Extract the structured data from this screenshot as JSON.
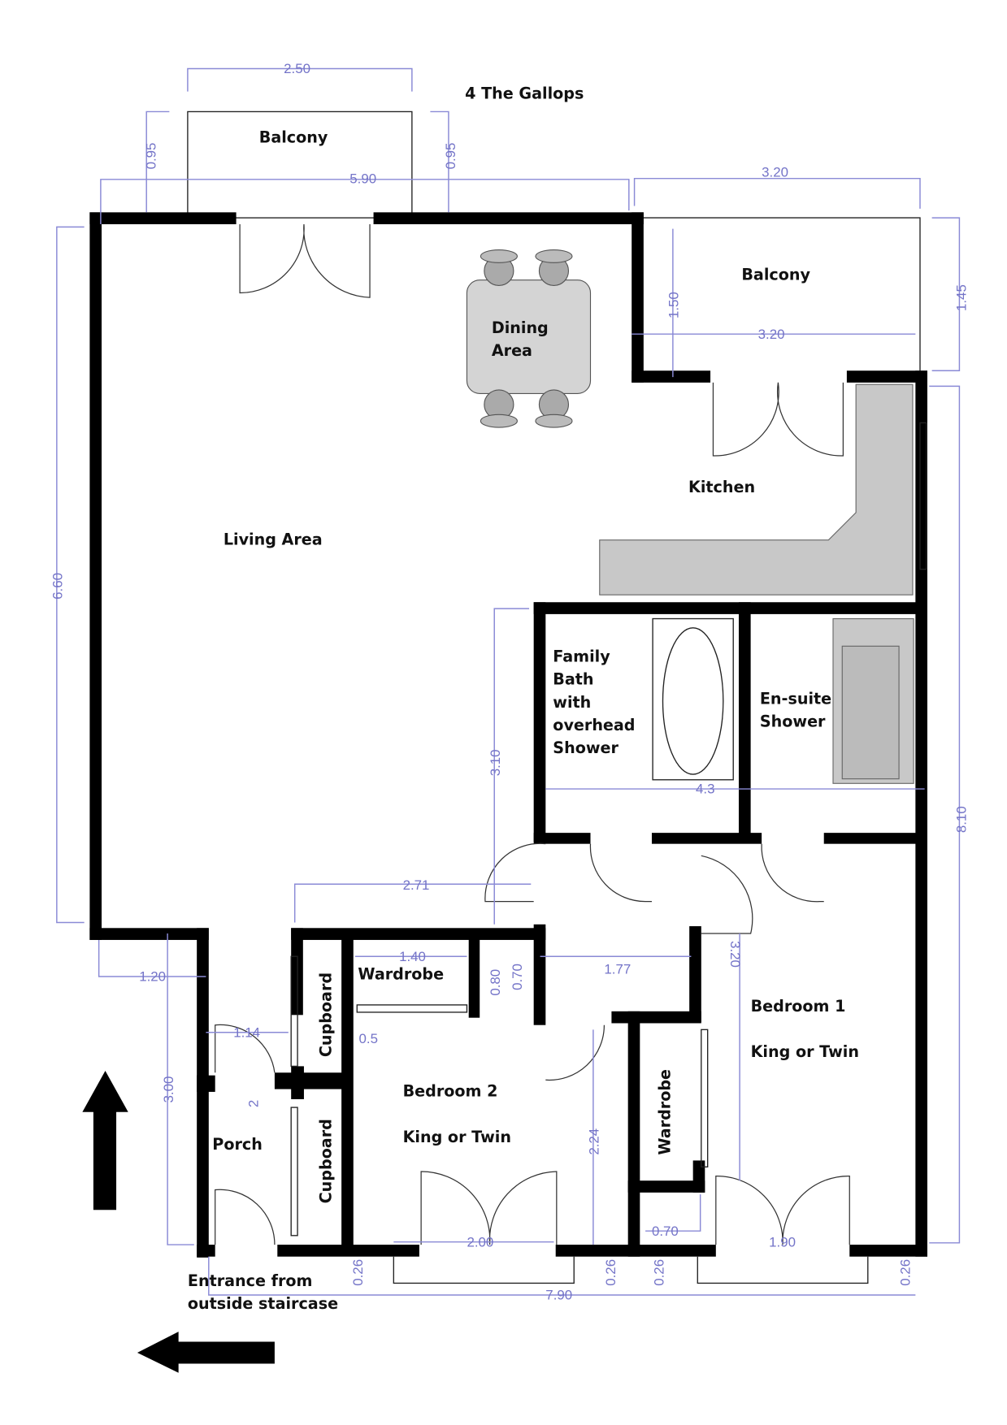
{
  "title": "4 The Gallops",
  "rooms": {
    "balcony_top": "Balcony",
    "balcony_right": "Balcony",
    "dining_1": "Dining",
    "dining_2": "Area",
    "kitchen": "Kitchen",
    "living": "Living Area",
    "family_bath": [
      "Family",
      "Bath",
      "with",
      "overhead",
      "Shower"
    ],
    "ensuite": [
      "En-suite",
      "Shower"
    ],
    "bedroom1": "Bedroom 1",
    "bedroom1_bed": "King or Twin",
    "bedroom2": "Bedroom 2",
    "bedroom2_bed": "King or Twin",
    "wardrobe_b2": "Wardrobe",
    "wardrobe_b1": "Wardrobe",
    "cupboard_1": "Cupboard",
    "cupboard_2": "Cupboard",
    "porch": "Porch",
    "entrance_1": "Entrance from",
    "entrance_2": "outside staircase"
  },
  "dimensions": {
    "balcony_width": "2.50",
    "balcony_depth_left": "0.95",
    "balcony_depth_right": "0.95",
    "top_width": "5.90",
    "right_balcony_width": "3.20",
    "right_balcony_inner": "3.20",
    "right_balcony_depth": "1.45",
    "step_depth": "1.50",
    "living_height": "6.60",
    "right_height": "8.10",
    "bath_height": "3.10",
    "bath_width": "4.3",
    "hall_width": "2.71",
    "porch_offset": "1.20",
    "wardrobe_width": "1.40",
    "wardrobe_d1": "0.80",
    "wardrobe_d2": "0.70",
    "hall_2": "1.77",
    "bedroom1_height": "3.20",
    "porch_width": "1.14",
    "cupboard_depth": "0.5",
    "porch_height": "3.00",
    "porch_2": "2",
    "bedroom2_height": "2.24",
    "wardrobe_b1_width": "0.70",
    "bedroom2_window": "2.00",
    "bedroom1_window": "1.90",
    "total_width": "7.90",
    "sill_1": "0.26",
    "sill_2": "0.26",
    "sill_3": "0.26",
    "sill_4": "0.26"
  },
  "icons": {
    "arrow_up": "arrow-up-icon",
    "arrow_left": "arrow-left-icon"
  },
  "colors": {
    "walls": "#000000",
    "dimensions": "#7474c8",
    "fixtures": "#c8c8c8"
  }
}
